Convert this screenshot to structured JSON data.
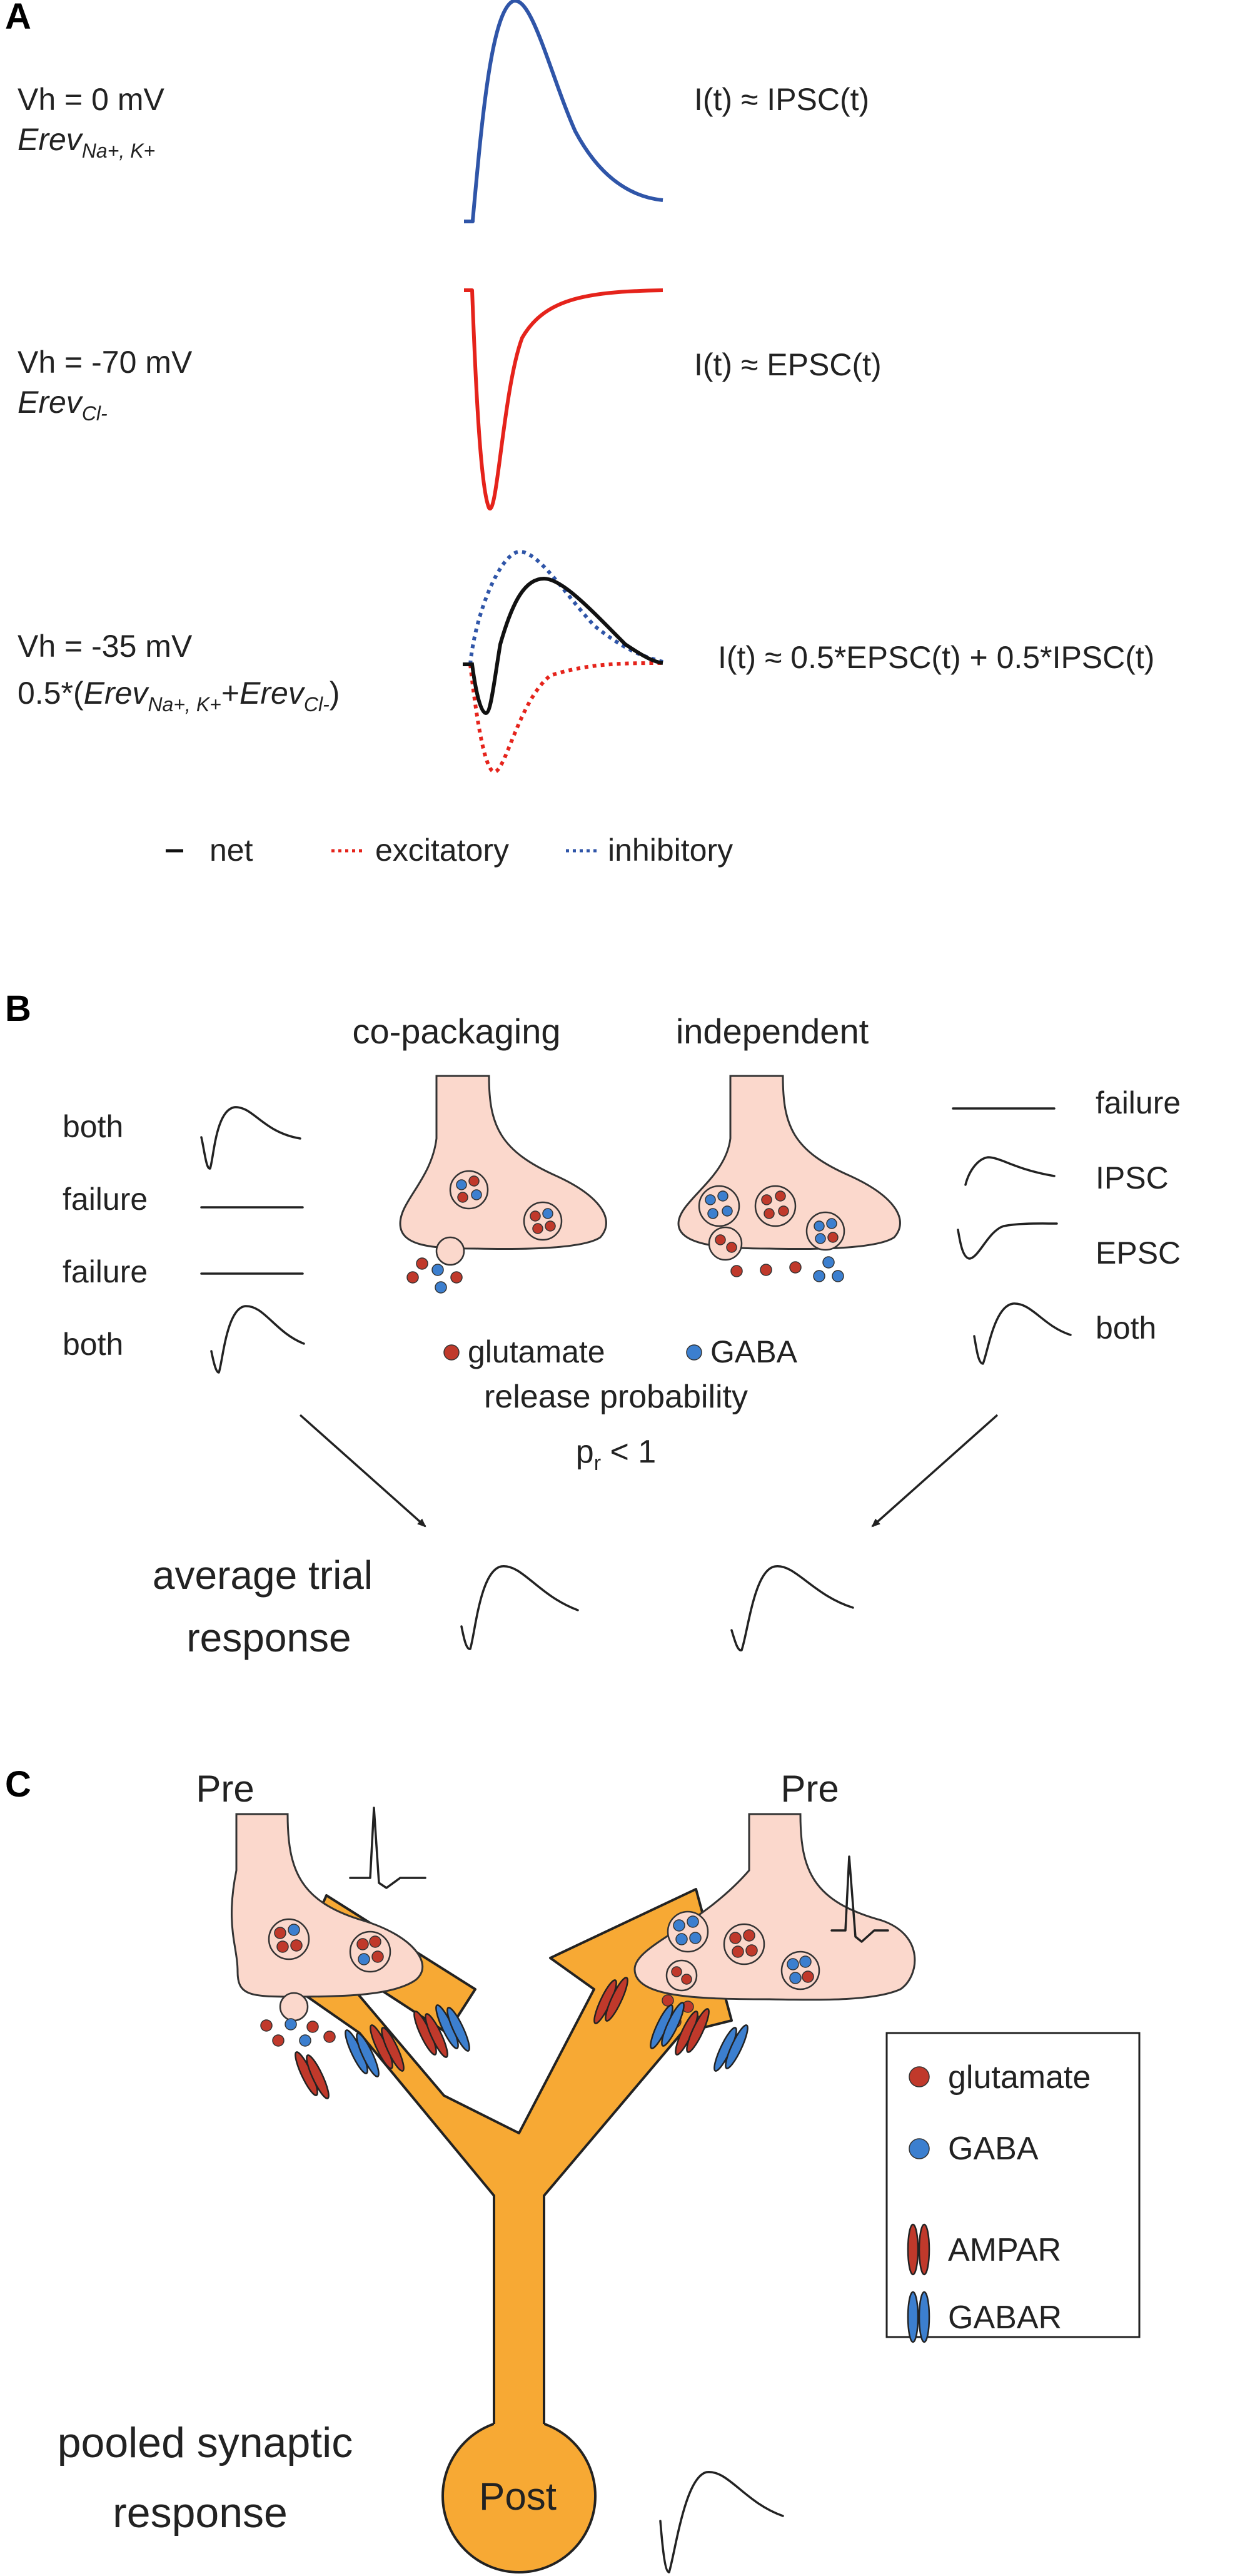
{
  "colors": {
    "excitatory": "#e5231b",
    "inhibitory": "#2f55a8",
    "net": "#111111",
    "glutamate": "#c0392b",
    "gaba": "#3c7fcf",
    "terminal": "#fbd8cc",
    "postsynaptic": "#f7a934"
  },
  "panelA": {
    "letter": "A",
    "rows": [
      {
        "vh": "Vh = 0 mV",
        "erev_main": "Erev",
        "erev_sub": "Na+, K+",
        "equation": "I(t) ≈ IPSC(t)"
      },
      {
        "vh": "Vh = -70 mV",
        "erev_main": "Erev",
        "erev_sub": "Cl-",
        "equation": "I(t) ≈ EPSC(t)"
      },
      {
        "vh": "Vh = -35 mV",
        "formula_prefix": "0.5*(",
        "erev1": "Erev",
        "erev1_sub": "Na+, K+",
        "plus": "+",
        "erev2": "Erev",
        "erev2_sub": "Cl-",
        "close": ")",
        "equation": "I(t) ≈ 0.5*EPSC(t) + 0.5*IPSC(t)"
      }
    ],
    "legend": {
      "net": "net",
      "excitatory": "excitatory",
      "inhibitory": "inhibitory"
    }
  },
  "panelB": {
    "letter": "B",
    "copackaging_title": "co-packaging",
    "independent_title": "independent",
    "left_trials": [
      "both",
      "failure",
      "failure",
      "both"
    ],
    "right_trials": [
      "failure",
      "IPSC",
      "EPSC",
      "both"
    ],
    "glutamate_label": "glutamate",
    "gaba_label": "GABA",
    "release_probability": "release probability",
    "pr_p": "p",
    "pr_sub": "r",
    "pr_rest": " < 1",
    "average_line1": "average trial",
    "average_line2": "response"
  },
  "panelC": {
    "letter": "C",
    "pre_left": "Pre",
    "pre_right": "Pre",
    "post": "Post",
    "pooled_line1": "pooled synaptic",
    "pooled_line2": "response",
    "legend": {
      "glutamate": "glutamate",
      "gaba": "GABA",
      "ampar": "AMPAR",
      "gabar": "GABAR"
    }
  }
}
